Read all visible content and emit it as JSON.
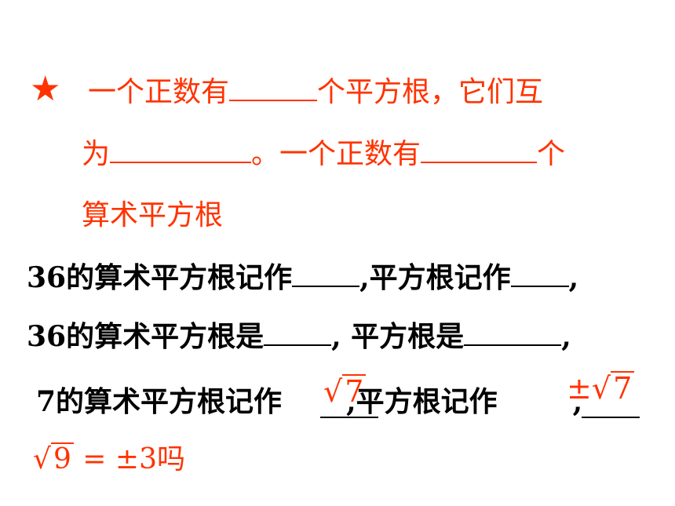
{
  "star": "★",
  "l1": {
    "a": "一个正数有",
    "b": "个平方根，它们互"
  },
  "l2": {
    "a": "为",
    "b": "。一个正数有",
    "c": "个"
  },
  "l3": "算术平方根",
  "l4": {
    "a": "36的算术平方根记作",
    "b": ",平方根记作",
    "c": ","
  },
  "l5": {
    "a": "36的算术平方根是",
    "b": ", 平方根是",
    "c": ","
  },
  "l6": {
    "a": "7的算术平方根记作",
    "b": ",平方根记作",
    "c": ","
  },
  "math": {
    "sqrt7": "7",
    "pm_sign": "±",
    "pm_sqrt7": "7",
    "sqrt9": "9",
    "eq_rest": " = ±3吗"
  },
  "colors": {
    "accent": "#ff3300",
    "text": "#000000"
  }
}
